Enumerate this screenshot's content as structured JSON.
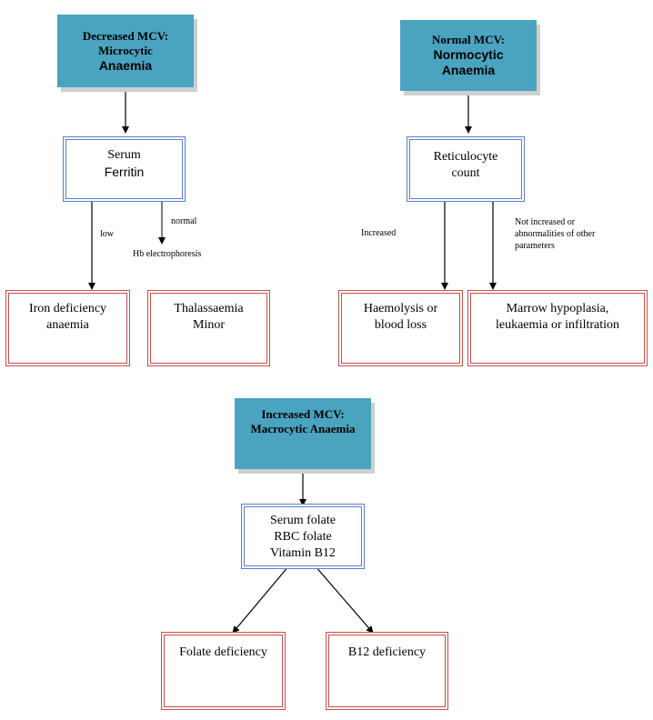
{
  "micro": {
    "header_line1": "Decreased MCV:",
    "header_line2": "Microcytic",
    "header_line3": "Anaemia",
    "test_line1": "Serum",
    "test_line2": "Ferritin",
    "label_low": "low",
    "label_normal": "normal",
    "label_hb": "Hb electrophoresis",
    "outcome_left_line1": "Iron deficiency",
    "outcome_left_line2": "anaemia",
    "outcome_right_line1": "Thalassaemia",
    "outcome_right_line2": "Minor"
  },
  "normo": {
    "header_line1": "Normal MCV:",
    "header_line2": "Normocytic",
    "header_line3": "Anaemia",
    "test_line1": "Reticulocyte",
    "test_line2": "count",
    "label_increased": "Increased",
    "label_not_increased_line1": "Not increased or",
    "label_not_increased_line2": "abnormalities of other",
    "label_not_increased_line3": "parameters",
    "outcome_left_line1": "Haemolysis or",
    "outcome_left_line2": "blood loss",
    "outcome_right_line1": "Marrow hypoplasia,",
    "outcome_right_line2": "leukaemia or infiltration"
  },
  "macro": {
    "header_line1": "Increased MCV:",
    "header_line2": "Macrocytic Anaemia",
    "test_line1": "Serum folate",
    "test_line2": "RBC folate",
    "test_line3": "Vitamin B12",
    "outcome_left": "Folate deficiency",
    "outcome_right": "B12 deficiency"
  },
  "colors": {
    "header_fill": "#4aa3bf",
    "test_border": "#5b7fc4",
    "outcome_border": "#c0504d"
  }
}
